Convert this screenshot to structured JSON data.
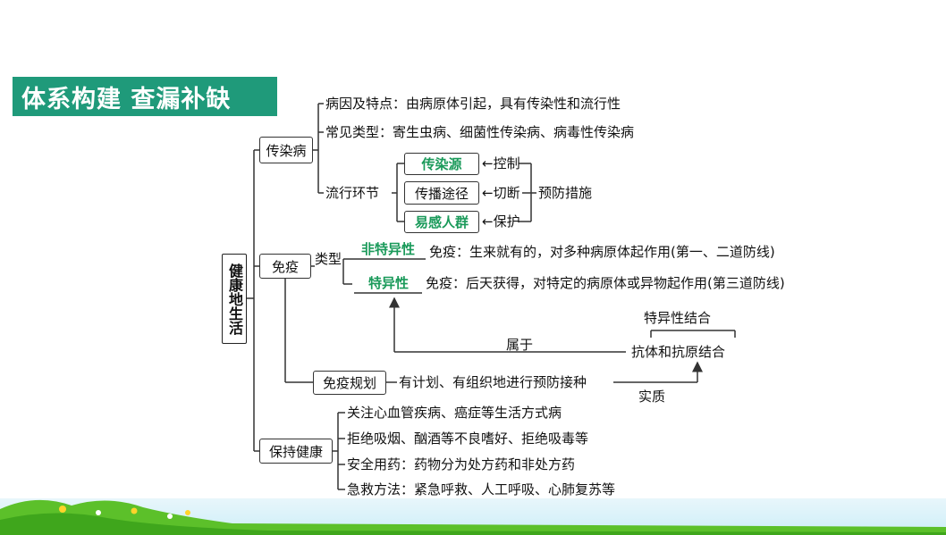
{
  "banner": {
    "title": "体系构建  查漏补缺"
  },
  "root": {
    "label": "健康地生活"
  },
  "infectious": {
    "label": "传染病",
    "cause": "病因及特点：由病原体引起，具有传染性和流行性",
    "types": "常见类型：寄生虫病、细菌性传染病、病毒性传染病",
    "links_label": "流行环节",
    "links": [
      {
        "label": "传染源",
        "action": "控制"
      },
      {
        "label": "传播途径",
        "action": "切断"
      },
      {
        "label": "易感人群",
        "action": "保护"
      }
    ],
    "measures": "预防措施"
  },
  "immunity": {
    "label": "免疫",
    "types_label": "类型",
    "nonspecific": {
      "label": "非特异性",
      "desc": "免疫：生来就有的，对多种病原体起作用(第一、二道防线)"
    },
    "specific": {
      "label": "特异性",
      "desc": "免疫：后天获得，对特定的病原体或异物起作用(第三道防线)"
    },
    "specific_binding": "特异性结合",
    "antibody_antigen": "抗体和抗原结合",
    "belongs_to": "属于",
    "planning": {
      "label": "免疫规划",
      "desc": "有计划、有组织地进行预防接种"
    },
    "essence": "实质"
  },
  "health": {
    "label": "保持健康",
    "items": [
      "关注心血管疾病、癌症等生活方式病",
      "拒绝吸烟、酗酒等不良嗜好、拒绝吸毒等",
      "安全用药：药物分为处方药和非处方药",
      "急救方法：紧急呼救、人工呼吸、心肺复苏等"
    ]
  },
  "colors": {
    "banner_bg": "#1f9a7a",
    "highlight": "#1a9a5a"
  }
}
